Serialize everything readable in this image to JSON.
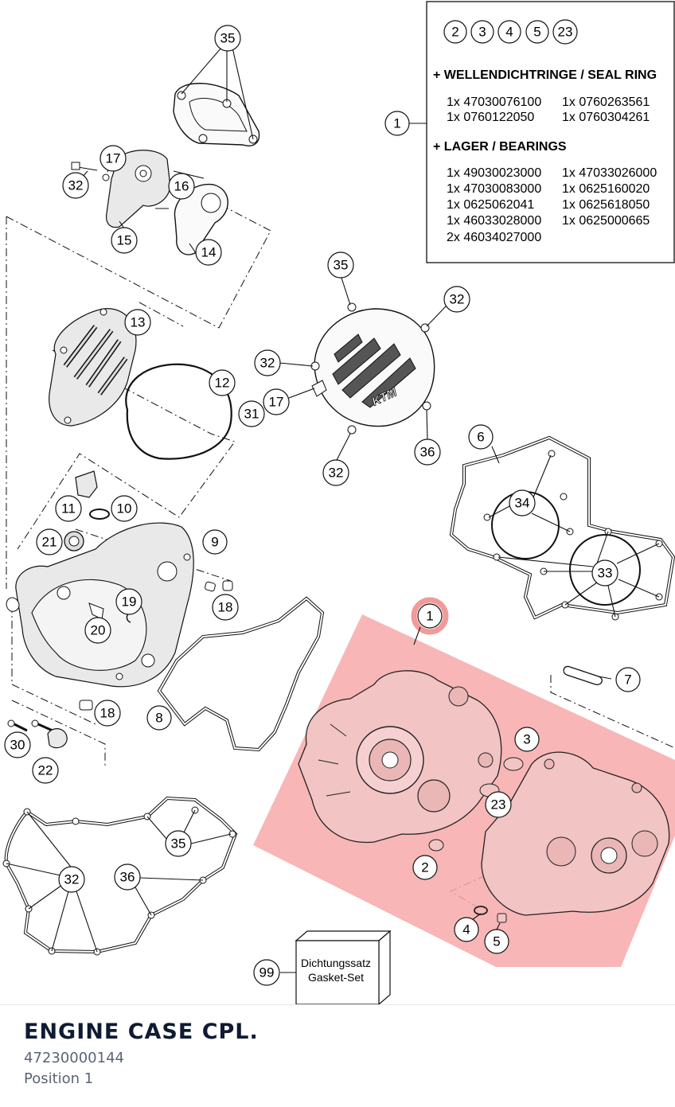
{
  "infobox": {
    "bubble_numbers": [
      "2",
      "3",
      "4",
      "5",
      "23"
    ],
    "seal_header": "+ WELLENDICHTRINGE / SEAL RING",
    "seal_items": [
      "1x 47030076100",
      "1x 0760263561",
      "1x 0760122050",
      "1x 0760304261"
    ],
    "bearing_header": "+ LAGER / BEARINGS",
    "bearing_items": [
      "1x 49030023000",
      "1x 47033026000",
      "1x 47030083000",
      "1x 0625160020",
      "1x 0625062041",
      "1x 0625618050",
      "1x 46033028000",
      "1x 0625000665",
      "2x 46034027000"
    ],
    "callout": "1"
  },
  "callouts": [
    "35",
    "17",
    "32",
    "16",
    "15",
    "14",
    "13",
    "12",
    "35",
    "32",
    "32",
    "17",
    "31",
    "32",
    "36",
    "6",
    "34",
    "33",
    "11",
    "10",
    "21",
    "9",
    "19",
    "20",
    "18",
    "18",
    "8",
    "1",
    "7",
    "3",
    "23",
    "2",
    "4",
    "5",
    "30",
    "22",
    "35",
    "32",
    "36",
    "99"
  ],
  "gasket_box": {
    "line1": "Dichtungssatz",
    "line2": "Gasket-Set"
  },
  "footer": {
    "title": "ENGINE CASE CPL.",
    "part_number": "47230000144",
    "position": "Position 1"
  },
  "colors": {
    "highlight_fill": "#f7a9a9",
    "highlight_ring": "#f08f8f",
    "title_color": "#0f1b33",
    "subtitle_color": "#5b6475"
  }
}
